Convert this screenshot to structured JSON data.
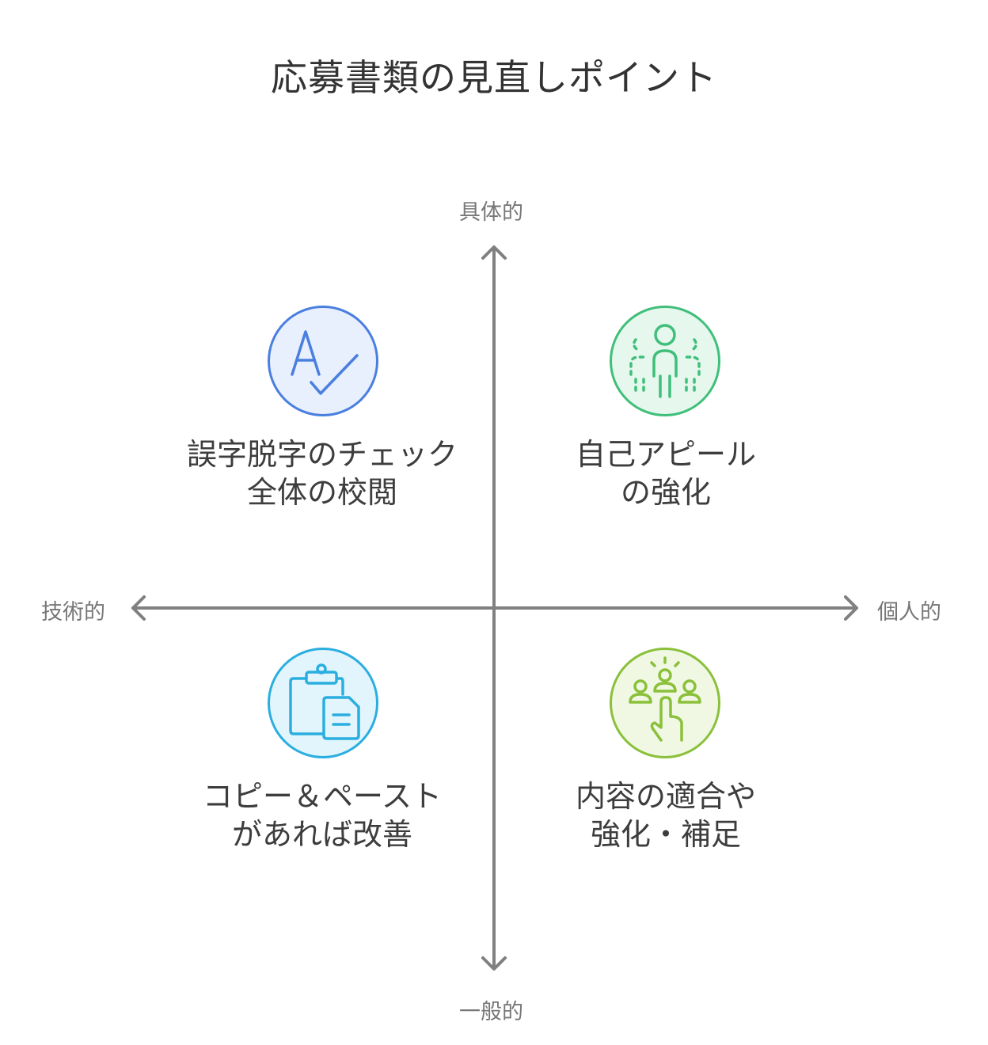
{
  "title": "応募書類の見直しポイント",
  "axes": {
    "top": "具体的",
    "bottom": "一般的",
    "left": "技術的",
    "right": "個人的"
  },
  "quadrants": {
    "top_left": {
      "line1": "誤字脱字のチェック",
      "line2": "全体の校閲",
      "icon": "spell-check-icon",
      "color": "#4a7fe0",
      "fill": "#e8effd"
    },
    "top_right": {
      "line1": "自己アピール",
      "line2": "の強化",
      "icon": "person-highlight-icon",
      "color": "#3fbf7a",
      "fill": "#e6f7ee"
    },
    "bottom_left": {
      "line1": "コピー＆ペースト",
      "line2": "があれば改善",
      "icon": "clipboard-copy-icon",
      "color": "#2aaee0",
      "fill": "#e3f5fc"
    },
    "bottom_right": {
      "line1": "内容の適合や",
      "line2": "強化・補足",
      "icon": "audience-select-icon",
      "color": "#8ac03a",
      "fill": "#f0f8e4"
    }
  }
}
